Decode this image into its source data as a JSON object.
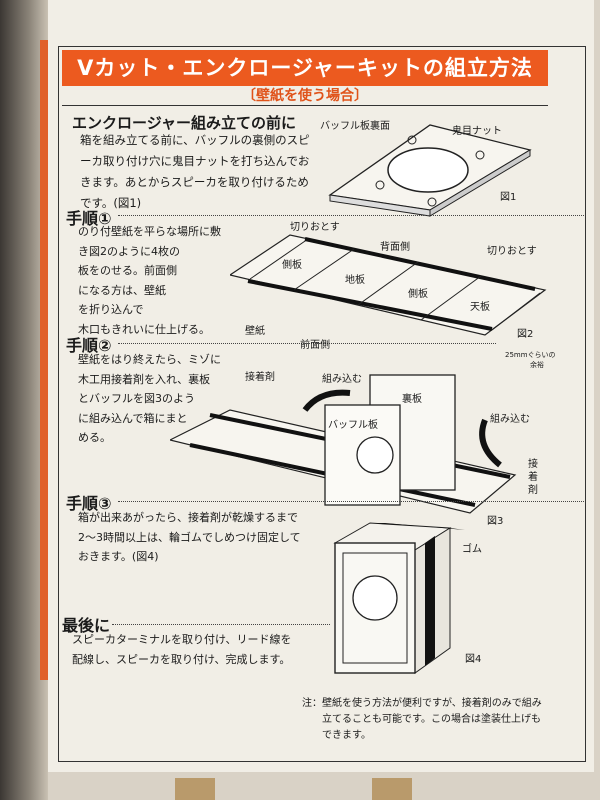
{
  "title": "Vカット・エンクロージャーキットの組立方法",
  "subtitle": "〔壁紙を使う場合〕",
  "intro": {
    "heading": "エンクロージャー組み立ての前に",
    "body": "箱を組み立てる前に、バッフルの裏側のスピ\nーカ取り付け穴に鬼目ナットを打ち込んでお\nきます。あとからスピーカを取り付けるため\nです。(図1)"
  },
  "fig1": {
    "label_baffle_back": "バッフル板裏面",
    "label_nut": "鬼目ナット",
    "caption": "図1"
  },
  "step1": {
    "heading": "手順①",
    "body": "のり付壁紙を平らな場所に敷\nき図2のように4枚の\n板をのせる。前面側\nになる方は、壁紙\nを折り込んで\n木口もきれいに仕上げる。"
  },
  "fig2": {
    "cut_left": "切りおとす",
    "cut_right": "切りおとす",
    "back_side": "背面側",
    "side1": "側板",
    "bottom": "地板",
    "side2": "側板",
    "top": "天板",
    "wallpaper": "壁紙",
    "front_side": "前面側",
    "caption": "図2",
    "margin": "25mmぐらいの",
    "margin2": "余裕"
  },
  "step2": {
    "heading": "手順②",
    "body": "壁紙をはり終えたら、ミゾに\n木工用接着剤を入れ、裏板\nとバッフルを図3のよう\nに組み込んで箱にまと\nめる。"
  },
  "fig3": {
    "glue": "接着剤",
    "assemble_left": "組み込む",
    "assemble_right": "組み込む",
    "back_panel": "裏板",
    "baffle": "バッフル板",
    "glue_right": "接着剤",
    "caption": "図3"
  },
  "step3": {
    "heading": "手順③",
    "body": "箱が出来あがったら、接着剤が乾燥するまで\n2〜3時間以上は、輪ゴムでしめつけ固定して\nおきます。(図4)"
  },
  "fig4": {
    "rubber": "ゴム",
    "caption": "図4"
  },
  "final": {
    "heading": "最後に",
    "body": "スピーカターミナルを取り付け、リード線を\n配線し、スピーカを取り付け、完成します。"
  },
  "note": {
    "label": "注：",
    "body": "壁紙を使う方法が便利ですが、接着剤のみで組み\n立てることも可能です。この場合は塗装仕上げも\nできます。"
  }
}
